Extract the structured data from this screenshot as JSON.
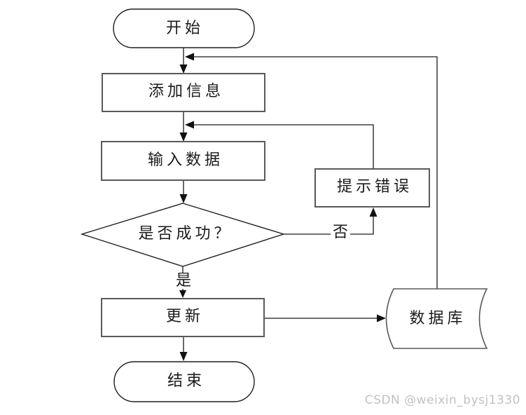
{
  "diagram": {
    "kind": "flowchart",
    "nodes": {
      "start": {
        "label": "开始",
        "shape": "stadium"
      },
      "add_info": {
        "label": "添加信息",
        "shape": "rect"
      },
      "input_data": {
        "label": "输入数据",
        "shape": "rect"
      },
      "decision": {
        "label": "是否成功？",
        "shape": "diamond"
      },
      "error": {
        "label": "提示错误",
        "shape": "rect"
      },
      "update": {
        "label": "更新",
        "shape": "rect"
      },
      "database": {
        "label": "数据库",
        "shape": "stored-data"
      },
      "end": {
        "label": "结束",
        "shape": "stadium"
      }
    },
    "edge_labels": {
      "yes": "是",
      "no": "否"
    },
    "edges": [
      {
        "from": "start",
        "to": "add_info"
      },
      {
        "from": "add_info",
        "to": "input_data"
      },
      {
        "from": "input_data",
        "to": "decision"
      },
      {
        "from": "decision",
        "to": "update",
        "label": "是"
      },
      {
        "from": "decision",
        "to": "error",
        "label": "否"
      },
      {
        "from": "error",
        "to": "input_data"
      },
      {
        "from": "update",
        "to": "database"
      },
      {
        "from": "database",
        "to": "add_info"
      },
      {
        "from": "update",
        "to": "end"
      }
    ],
    "colors": {
      "line": "#1a1a1a",
      "box_border": "#595959",
      "text": "#1a1a1a",
      "background": "#ffffff",
      "watermark": "#c2c2c2"
    }
  },
  "watermark": {
    "text": "CSDN @weixin_bysj1330"
  }
}
